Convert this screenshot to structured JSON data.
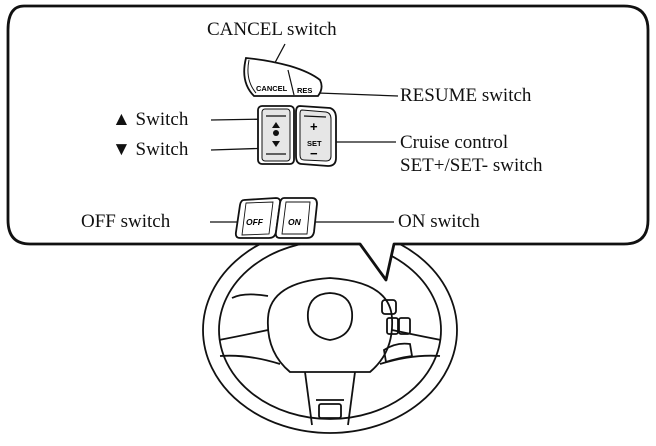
{
  "labels": {
    "cancel_switch": "CANCEL switch",
    "resume_switch": "RESUME switch",
    "up_switch": "▲ Switch",
    "down_switch": "▼ Switch",
    "cruise_line1": "Cruise control",
    "cruise_line2": "SET+/SET- switch",
    "off_switch": "OFF switch",
    "on_switch": "ON switch"
  },
  "buttons": {
    "cancel": "CANCEL",
    "res": "RES",
    "set": "SET",
    "off": "OFF",
    "on": "ON"
  },
  "colors": {
    "line": "#111111",
    "panel": "#ffffff",
    "button_shade": "#d9d9d9"
  }
}
